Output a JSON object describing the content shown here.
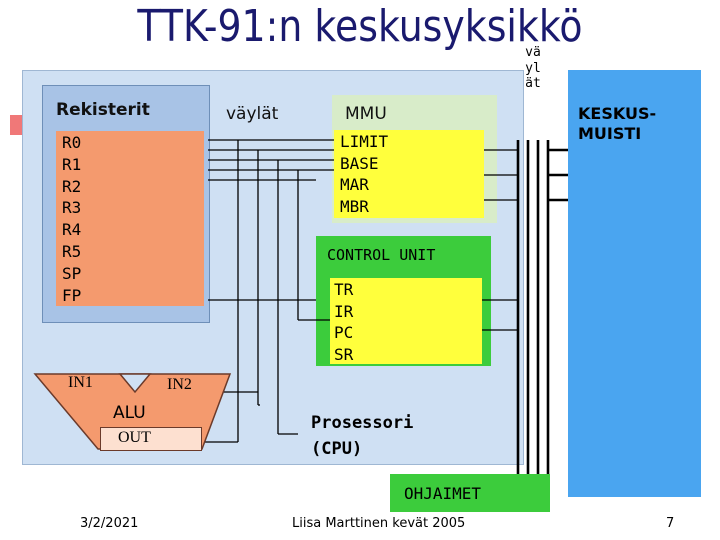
{
  "title": "TTK-91:n keskusyksikkö",
  "registers": {
    "label": "Rekisterit",
    "items": [
      "R0",
      "R1",
      "R2",
      "R3",
      "R4",
      "R5",
      "SP",
      "FP"
    ]
  },
  "buses_label": "väylät",
  "mmu": {
    "label": "MMU",
    "items": [
      "LIMIT",
      "BASE",
      "MAR",
      "MBR"
    ]
  },
  "control_unit": {
    "label": "CONTROL UNIT",
    "items": [
      "TR",
      "IR",
      "PC",
      "SR"
    ]
  },
  "alu": {
    "label": "ALU",
    "in1": "IN1",
    "in2": "IN2",
    "out": "OUT"
  },
  "processor": {
    "line1": "Prosessori",
    "line2": "(CPU)"
  },
  "vertical_buses_label": "väylät",
  "memory": {
    "line1": "KESKUS-",
    "line2": "MUISTI"
  },
  "drivers_label": "OHJAIMET",
  "footer": {
    "date": "3/2/2021",
    "author": "Liisa Marttinen kevät 2005",
    "page": "7"
  },
  "colors": {
    "cpu_bg": "#cfe0f3",
    "registers": "#f49a6e",
    "mmu": "#ffff3c",
    "control_unit": "#3ccc3c",
    "memory": "#4aa5f0",
    "drivers": "#3ccc3c",
    "title": "#1a1a6e"
  }
}
